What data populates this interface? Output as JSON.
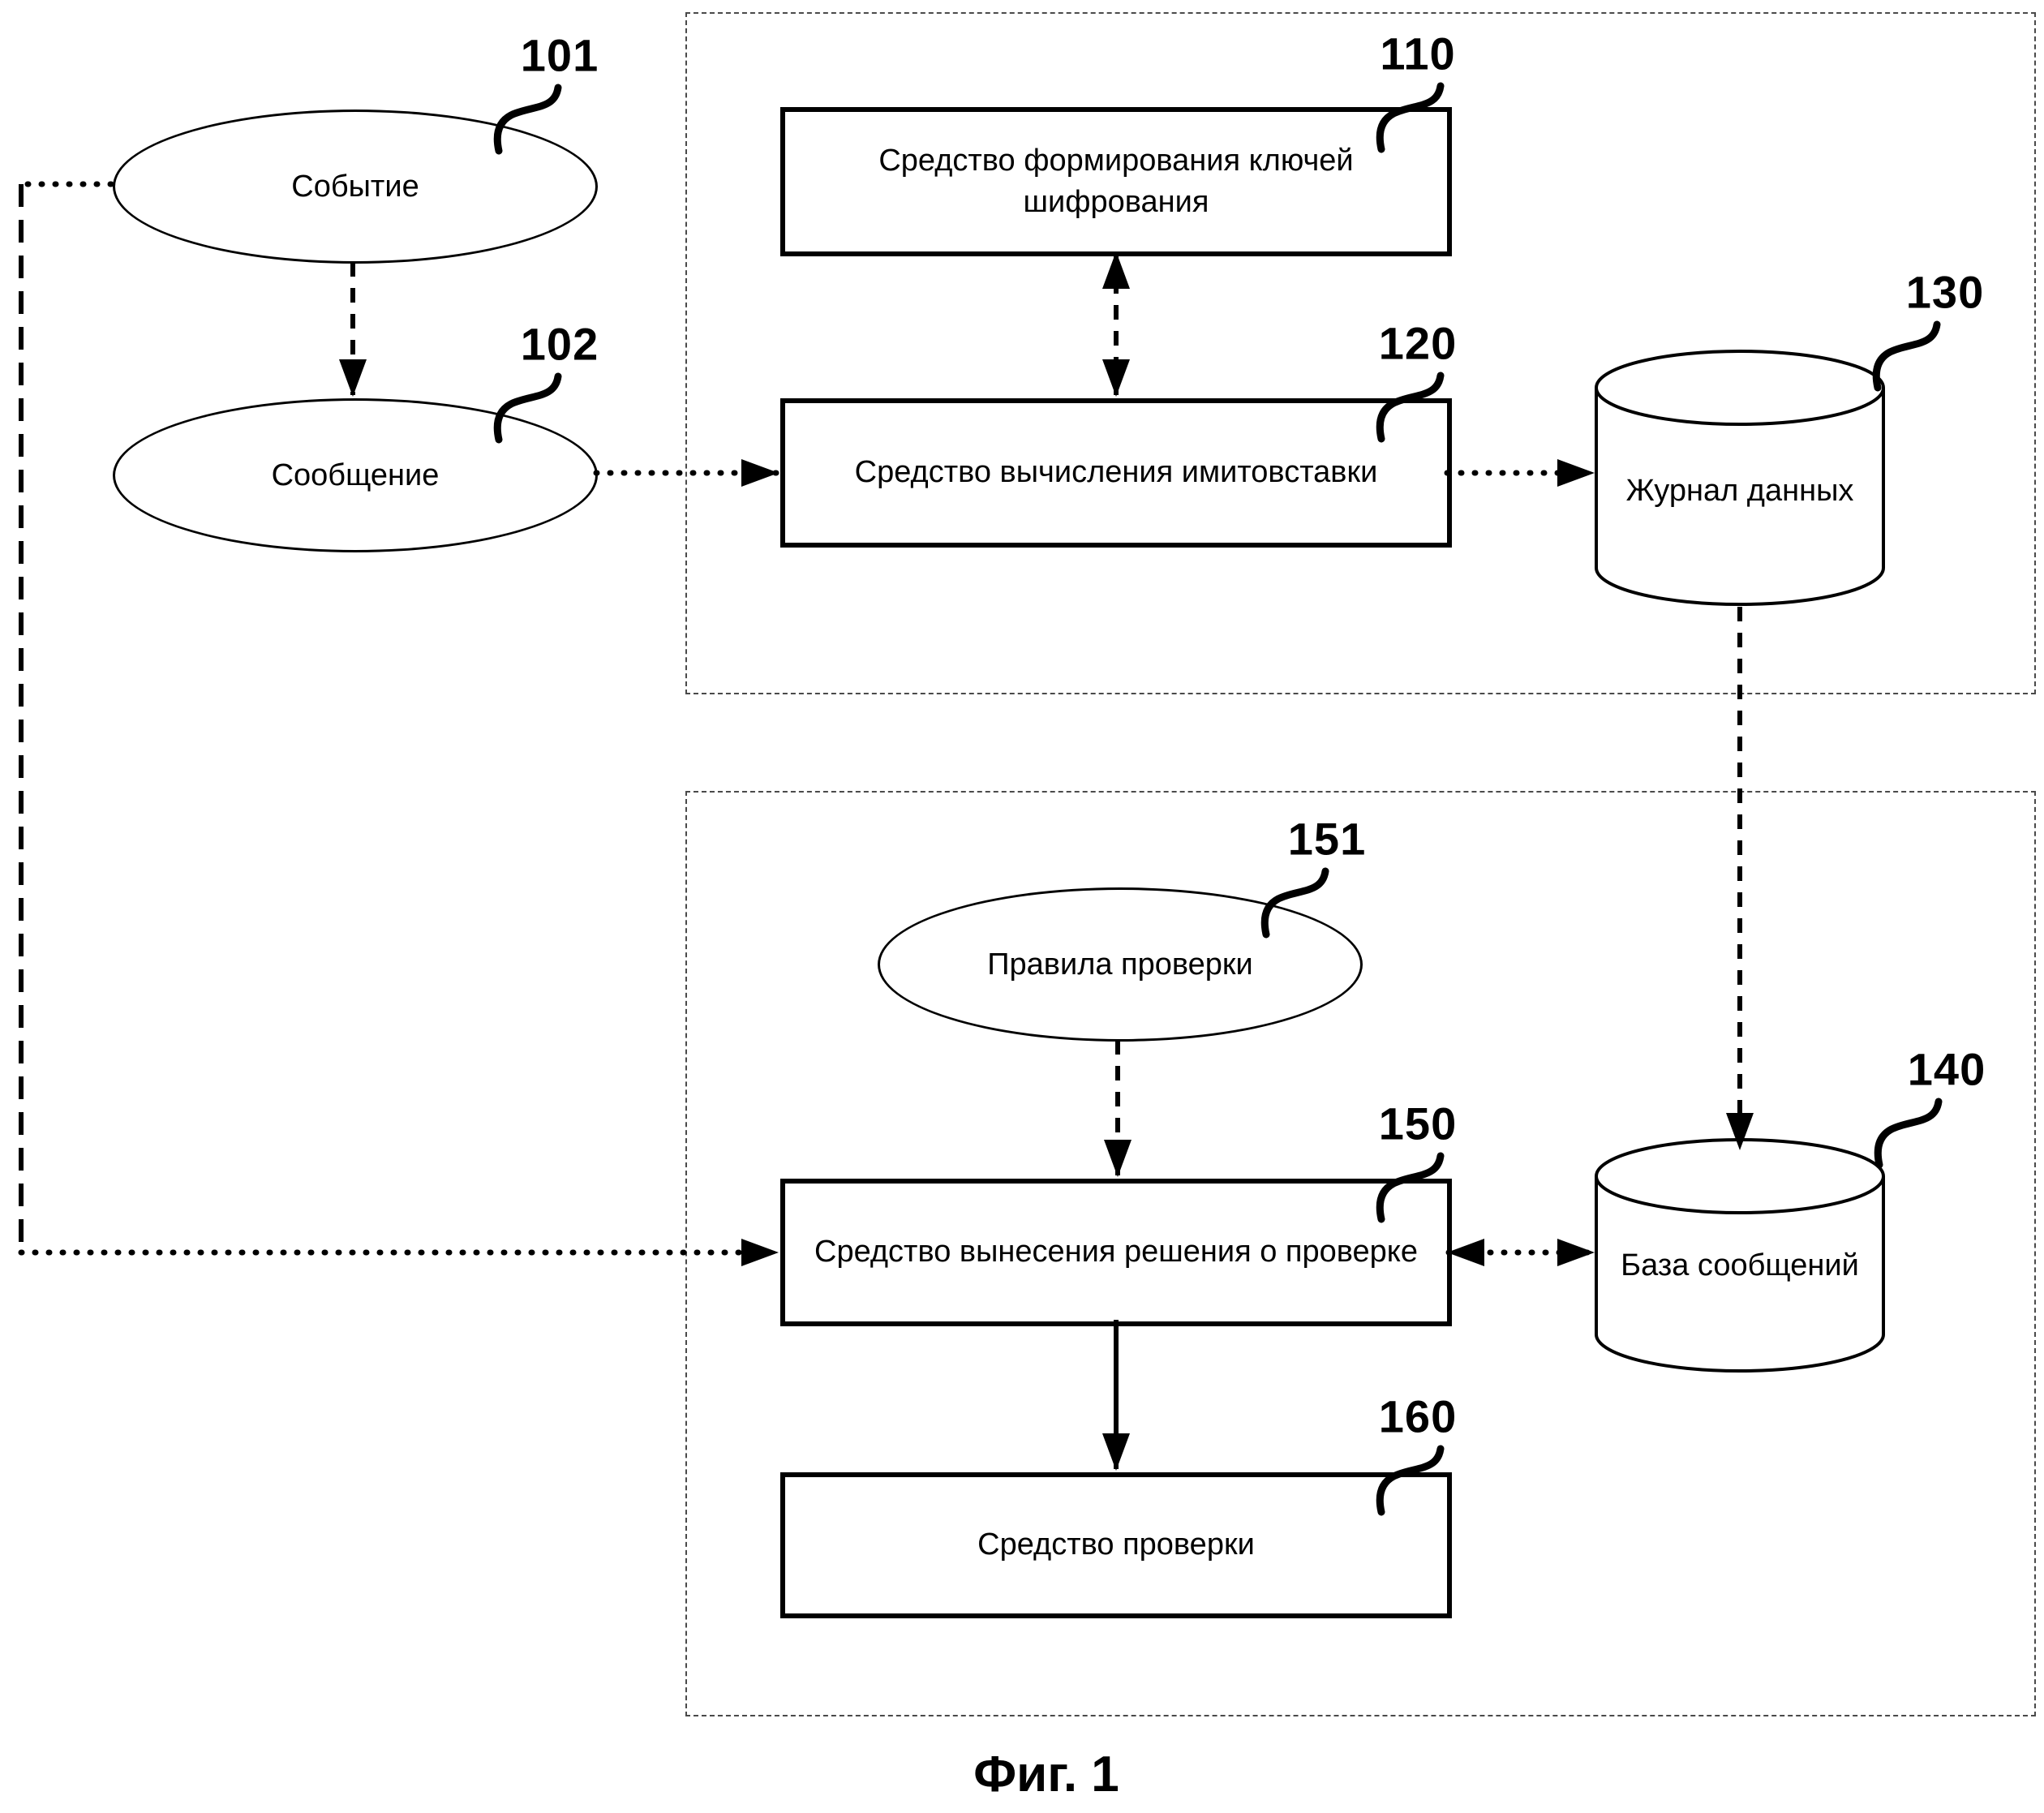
{
  "figure": {
    "caption": "Фиг. 1"
  },
  "nodes": {
    "event": {
      "label": "Событие",
      "ref": "101"
    },
    "message": {
      "label": "Сообщение",
      "ref": "102"
    },
    "key_generation": {
      "label": "Средство формирования ключей шифрования",
      "ref": "110"
    },
    "mac_calculation": {
      "label": "Средство вычисления имитовставки",
      "ref": "120"
    },
    "data_journal": {
      "label": "Журнал данных",
      "ref": "130"
    },
    "check_rules": {
      "label": "Правила проверки",
      "ref": "151"
    },
    "decision": {
      "label": "Средство вынесения решения о проверке",
      "ref": "150"
    },
    "message_base": {
      "label": "База сообщений",
      "ref": "140"
    },
    "checker": {
      "label": "Средство проверки",
      "ref": "160"
    }
  },
  "colors": {
    "line": "#000000",
    "background": "#ffffff",
    "group_border": "#4a4a4a"
  }
}
